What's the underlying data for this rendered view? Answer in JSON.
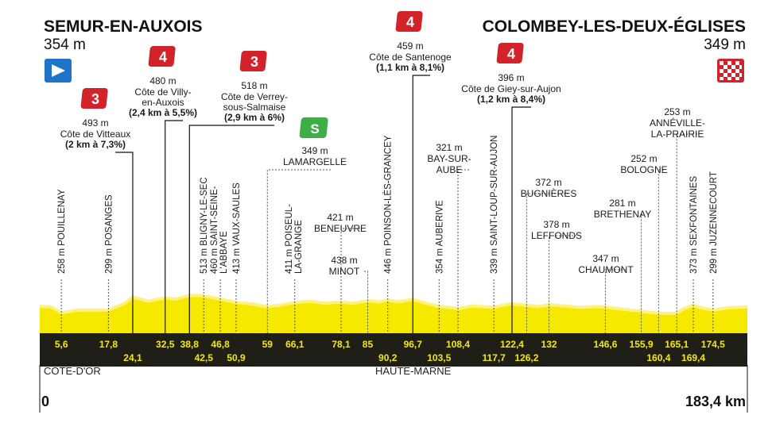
{
  "stage": {
    "start_name": "SEMUR-EN-AUXOIS",
    "start_alt": "354 m",
    "finish_name": "COLOMBEY-LES-DEUX-ÉGLISES",
    "finish_alt": "349 m",
    "distance_start": "0",
    "distance_end": "183,4 km",
    "departments": [
      "CÔTE-D'OR",
      "HAUTE-MARNE"
    ],
    "colors": {
      "profile_fill": "#f5e900",
      "profile_top": "#fff27a",
      "bar": "#1f1f17",
      "km_text": "#f5e900",
      "climb_red": "#d2232a",
      "sprint_green": "#3fae49",
      "start_blue": "#1f74c9"
    }
  },
  "chart_data": {
    "type": "area",
    "xlim": [
      0,
      183.4
    ],
    "km_markers_top": [
      {
        "km": 5.6,
        "label": "5,6"
      },
      {
        "km": 17.8,
        "label": "17,8"
      },
      {
        "km": 32.5,
        "label": "32,5"
      },
      {
        "km": 38.8,
        "label": "38,8"
      },
      {
        "km": 46.8,
        "label": "46,8"
      },
      {
        "km": 59,
        "label": "59"
      },
      {
        "km": 66.1,
        "label": "66,1"
      },
      {
        "km": 78.1,
        "label": "78,1"
      },
      {
        "km": 85,
        "label": "85"
      },
      {
        "km": 96.7,
        "label": "96,7"
      },
      {
        "km": 108.4,
        "label": "108,4"
      },
      {
        "km": 122.4,
        "label": "122,4"
      },
      {
        "km": 132,
        "label": "132"
      },
      {
        "km": 146.6,
        "label": "146,6"
      },
      {
        "km": 155.9,
        "label": "155,9"
      },
      {
        "km": 165.1,
        "label": "165,1"
      },
      {
        "km": 174.5,
        "label": "174,5"
      }
    ],
    "km_markers_bottom": [
      {
        "km": 24.1,
        "label": "24,1"
      },
      {
        "km": 42.5,
        "label": "42,5"
      },
      {
        "km": 50.9,
        "label": "50,9"
      },
      {
        "km": 90.2,
        "label": "90,2"
      },
      {
        "km": 103.5,
        "label": "103,5"
      },
      {
        "km": 117.7,
        "label": "117,7"
      },
      {
        "km": 126.2,
        "label": "126,2"
      },
      {
        "km": 160.4,
        "label": "160,4"
      },
      {
        "km": 169.4,
        "label": "169,4"
      }
    ],
    "vertical_places": [
      {
        "km": 5.6,
        "label": "258 m POUILLENAY"
      },
      {
        "km": 17.8,
        "label": "299 m POSANGES"
      },
      {
        "km": 42.5,
        "label": "513 m BLIGNY-LE-SEC"
      },
      {
        "km": 46.8,
        "lines": [
          "460 m SAINT-SEINE-",
          "L'ABBAYE"
        ]
      },
      {
        "km": 50.9,
        "label": "413 m VAUX-SAULES"
      },
      {
        "km": 66.1,
        "lines": [
          "411 m POISEUL-",
          "LA-GRANGE"
        ]
      },
      {
        "km": 90.2,
        "label": "446 m POINSON-LÈS-GRANCEY"
      },
      {
        "km": 103.5,
        "label": "354 m AUBERIVE"
      },
      {
        "km": 117.7,
        "label": "339 m SAINT-LOUP-SUR-AUJON"
      },
      {
        "km": 169.4,
        "label": "373 m SEXFONTAINES"
      },
      {
        "km": 174.5,
        "label": "299 m JUZENNECOURT"
      }
    ],
    "horizontal_places": [
      {
        "km": 78.1,
        "alt": "421 m",
        "name": "BENEUVRE"
      },
      {
        "km": 85,
        "alt": "438 m",
        "name": "MINOT"
      },
      {
        "km": 108.4,
        "alt": "321 m",
        "name": "BAY-SUR-AUBE"
      },
      {
        "km": 126.2,
        "alt": "372 m",
        "name": "BUGNIÈRES"
      },
      {
        "km": 132,
        "alt": "378 m",
        "name": "LEFFONDS"
      },
      {
        "km": 146.6,
        "alt": "347 m",
        "name": "CHAUMONT"
      },
      {
        "km": 155.9,
        "alt": "281 m",
        "name": "BRETHENAY"
      },
      {
        "km": 160.4,
        "alt": "252 m",
        "name": "BOLOGNE"
      },
      {
        "km": 165.1,
        "alt": "253 m",
        "name": "ANNÉVILLE-LA-PRAIRIE"
      }
    ],
    "climbs": [
      {
        "km": 24.1,
        "cat": "3",
        "alt": "493 m",
        "name": "Côte de Vitteaux",
        "detail": "(2 km à 7,3%)"
      },
      {
        "km": 32.5,
        "cat": "4",
        "alt": "480 m",
        "name": "Côte de Villy-en-Auxois",
        "detail": "(2,4 km à 5,5%)"
      },
      {
        "km": 38.8,
        "cat": "3",
        "alt": "518 m",
        "name": "Côte de Verrey-sous-Salmaise",
        "detail": "(2,9 km à 6%)"
      },
      {
        "km": 96.7,
        "cat": "4",
        "alt": "459 m",
        "name": "Côte de Santenoge",
        "detail": "(1,1 km à 8,1%)"
      },
      {
        "km": 122.4,
        "cat": "4",
        "alt": "396 m",
        "name": "Côte de Giey-sur-Aujon",
        "detail": "(1,2 km à 8,4%)"
      }
    ],
    "sprint": {
      "km": 59,
      "alt": "349 m",
      "name": "LAMARGELLE",
      "icon": "sprint-icon"
    },
    "profile": [
      [
        0,
        354
      ],
      [
        3,
        346
      ],
      [
        5.6,
        258
      ],
      [
        10,
        300
      ],
      [
        17.8,
        299
      ],
      [
        22,
        400
      ],
      [
        24.1,
        493
      ],
      [
        28,
        430
      ],
      [
        32.5,
        480
      ],
      [
        35,
        460
      ],
      [
        38.8,
        518
      ],
      [
        42.5,
        513
      ],
      [
        46.8,
        460
      ],
      [
        50.9,
        413
      ],
      [
        55,
        390
      ],
      [
        59,
        349
      ],
      [
        62,
        370
      ],
      [
        66.1,
        411
      ],
      [
        70,
        430
      ],
      [
        74,
        400
      ],
      [
        78.1,
        421
      ],
      [
        81,
        400
      ],
      [
        85,
        438
      ],
      [
        88,
        420
      ],
      [
        90.2,
        446
      ],
      [
        93,
        420
      ],
      [
        96.7,
        459
      ],
      [
        100,
        400
      ],
      [
        103.5,
        354
      ],
      [
        106,
        340
      ],
      [
        108.4,
        321
      ],
      [
        112,
        360
      ],
      [
        115,
        350
      ],
      [
        117.7,
        339
      ],
      [
        120,
        370
      ],
      [
        122.4,
        396
      ],
      [
        124,
        380
      ],
      [
        126.2,
        372
      ],
      [
        129,
        350
      ],
      [
        132,
        378
      ],
      [
        136,
        360
      ],
      [
        140,
        340
      ],
      [
        143,
        350
      ],
      [
        146.6,
        347
      ],
      [
        150,
        320
      ],
      [
        153,
        300
      ],
      [
        155.9,
        281
      ],
      [
        158,
        265
      ],
      [
        160.4,
        252
      ],
      [
        162.5,
        250
      ],
      [
        165.1,
        253
      ],
      [
        167,
        320
      ],
      [
        169.4,
        373
      ],
      [
        171,
        340
      ],
      [
        174.5,
        299
      ],
      [
        178,
        330
      ],
      [
        181,
        340
      ],
      [
        183.4,
        349
      ]
    ]
  }
}
